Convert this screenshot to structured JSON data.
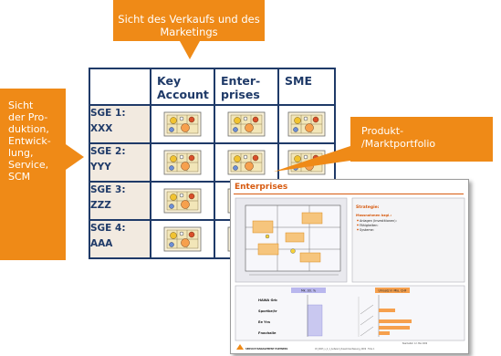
{
  "callouts": {
    "top": "Sicht des Verkaufs und des Marketings",
    "left_lines": [
      "Sicht",
      "der Pro-",
      "duktion,",
      "Entwick-",
      "lung,",
      "Service,",
      "SCM"
    ],
    "right_lines": [
      "Produkt-",
      "/Marktportfolio"
    ]
  },
  "matrix": {
    "columns": [
      {
        "line1": "Key",
        "line2": "Account"
      },
      {
        "line1": "Enter-",
        "line2": "prises"
      },
      {
        "line1": "SME",
        "line2": ""
      }
    ],
    "rows": [
      {
        "line1": "SGE 1:",
        "line2": "XXX"
      },
      {
        "line1": "SGE 2:",
        "line2": "YYY"
      },
      {
        "line1": "SGE 3:",
        "line2": "ZZZ"
      },
      {
        "line1": "SGE 4:",
        "line2": "AAA"
      }
    ],
    "cell_icon": "portfolio-thumbnail-icon"
  },
  "portfolio_card": {
    "title": "Enterprises",
    "strategy_heading": "Strategie:",
    "measures_heading": "Massnahmen bzgl.:",
    "measures": [
      "Anlagen (Investitionen):",
      "Fähigkeiten:",
      "Systeme:"
    ],
    "bar_rows": [
      "HAWA Grb",
      "Sportke/tr",
      "Ee Yra",
      "Fnachalle"
    ],
    "header_left": "Mk. Str. %",
    "header_right": "Umsatz in Mio. CHF",
    "logo_text": "SERVICE MANAGEMENT PARTNERS",
    "footer_mid": "03_0003_v_2_1_Aufwand_Zusammenfassung_2009 · Folie 1",
    "footer_right": "Bearbeitet: 12. Mai 2009"
  },
  "colors": {
    "accent": "#ef8a17",
    "navy": "#1f3a68",
    "title_orange": "#d75a0f",
    "row_bg": "#f2eae0"
  }
}
